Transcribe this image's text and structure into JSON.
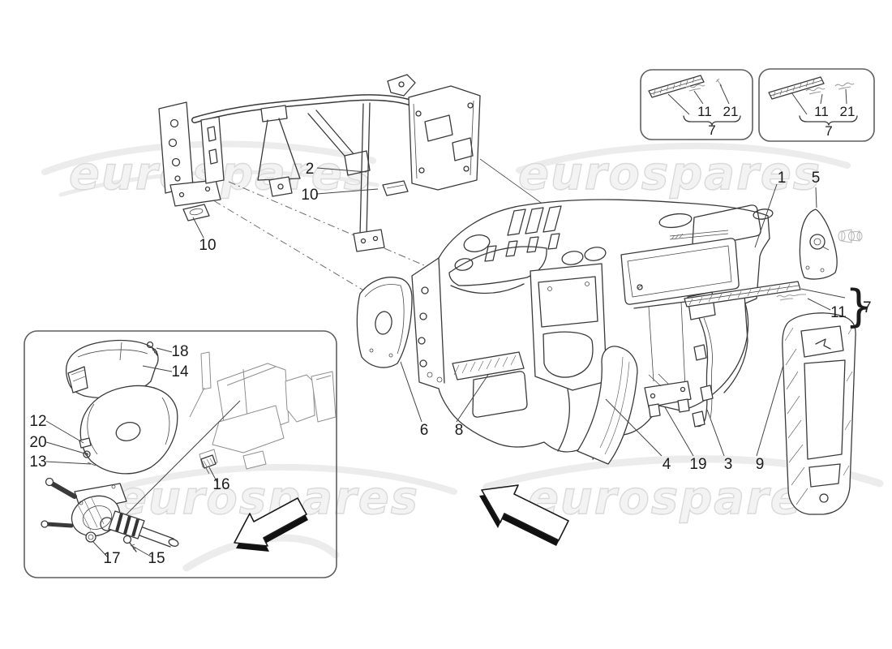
{
  "watermark": {
    "text": "eurospares",
    "color": "#e2e2e2"
  },
  "glyphs": {
    "brace": "}"
  },
  "callouts": {
    "n2": "2",
    "n10a": "10",
    "n10b": "10",
    "n1": "1",
    "n5": "5",
    "n11": "11",
    "n7": "7",
    "n6": "6",
    "n8": "8",
    "n4": "4",
    "n19": "19",
    "n3": "3",
    "n9": "9",
    "n18": "18",
    "n14": "14",
    "n12": "12",
    "n20": "20",
    "n13": "13",
    "n16": "16",
    "n17": "17",
    "n15": "15",
    "b1_11": "11",
    "b1_21": "21",
    "b1_7": "7",
    "b2_11": "11",
    "b2_21": "21",
    "b2_7": "7"
  }
}
